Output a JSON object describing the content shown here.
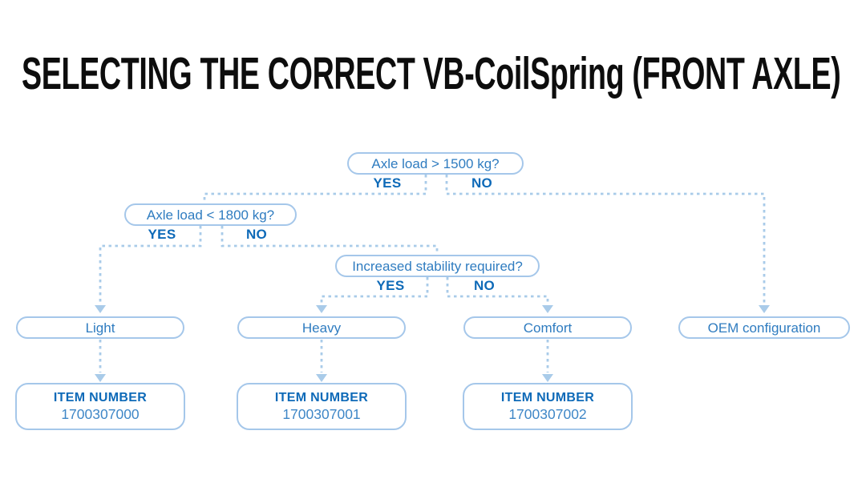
{
  "title": "SELECTING THE CORRECT VB-CoilSpring (FRONT AXLE)",
  "colors": {
    "title_text": "#0d0d0d",
    "box_border": "#a5c7ea",
    "box_text": "#2f7cc0",
    "bold_label": "#0e6ab8",
    "connector": "#a9cbe9",
    "item_value": "#3f87c7",
    "background": "#ffffff"
  },
  "decisions": [
    {
      "question": "Axle load > 1500 kg?",
      "yes_label": "YES",
      "no_label": "NO"
    },
    {
      "question": "Axle load < 1800 kg?",
      "yes_label": "YES",
      "no_label": "NO"
    },
    {
      "question": "Increased stability required?",
      "yes_label": "YES",
      "no_label": "NO"
    }
  ],
  "outcomes": [
    {
      "label": "Light",
      "item_heading": "ITEM NUMBER",
      "item_number": "1700307000"
    },
    {
      "label": "Heavy",
      "item_heading": "ITEM NUMBER",
      "item_number": "1700307001"
    },
    {
      "label": "Comfort",
      "item_heading": "ITEM NUMBER",
      "item_number": "1700307002"
    },
    {
      "label": "OEM configuration"
    }
  ]
}
